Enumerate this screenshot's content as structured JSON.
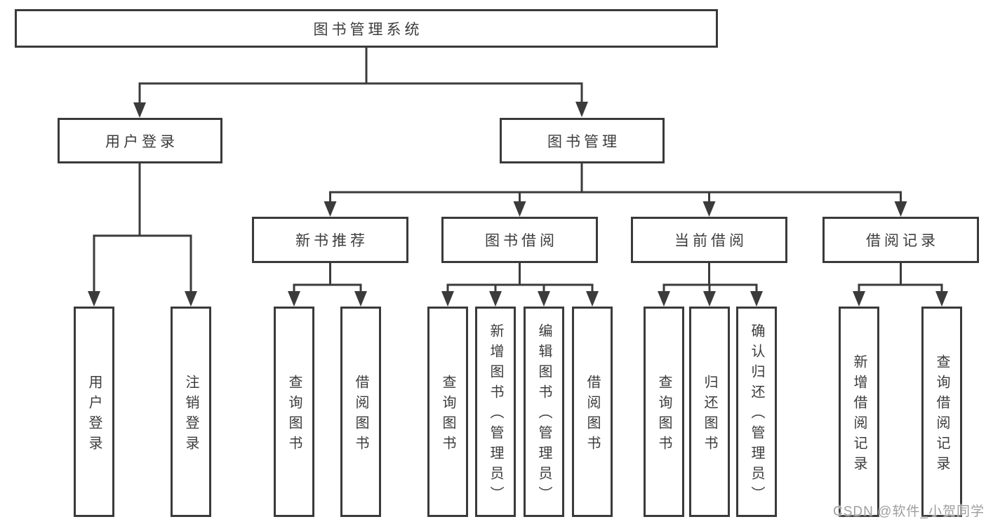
{
  "nodes": {
    "root": "图书管理系统",
    "level2": {
      "user_login": "用户登录",
      "book_mgmt": "图书管理"
    },
    "level3": {
      "new_book_rec": "新书推荐",
      "book_borrow": "图书借阅",
      "current_borrow": "当前借阅",
      "borrow_records": "借阅记录"
    },
    "leaves": {
      "user_login": "用户登录",
      "logout": "注销登录",
      "rec_query_book": "查询图书",
      "rec_borrow_book": "借阅图书",
      "bor_query_book": "查询图书",
      "bor_add_book": "新增图书（管理员）",
      "bor_edit_book": "编辑图书（管理员）",
      "bor_borrow_book": "借阅图书",
      "cur_query_book": "查询图书",
      "cur_return_book": "归还图书",
      "cur_confirm_return": "确认归还（管理员）",
      "log_add_record": "新增借阅记录",
      "log_query_record": "查询借阅记录"
    }
  },
  "structure": {
    "图书管理系统": [
      "用户登录",
      "图书管理"
    ],
    "用户登录": [
      "用户登录",
      "注销登录"
    ],
    "图书管理": [
      "新书推荐",
      "图书借阅",
      "当前借阅",
      "借阅记录"
    ],
    "新书推荐": [
      "查询图书",
      "借阅图书"
    ],
    "图书借阅": [
      "查询图书",
      "新增图书（管理员）",
      "编辑图书（管理员）",
      "借阅图书"
    ],
    "当前借阅": [
      "查询图书",
      "归还图书",
      "确认归还（管理员）"
    ],
    "借阅记录": [
      "新增借阅记录",
      "查询借阅记录"
    ]
  },
  "watermark": {
    "text": "CSDN @软件_小贺同学"
  },
  "colors": {
    "line": "#3b3b3b",
    "border": "#3a3a3a",
    "text": "#3c3c3c",
    "background": "#ffffff",
    "watermark": "#9e9e9e"
  }
}
